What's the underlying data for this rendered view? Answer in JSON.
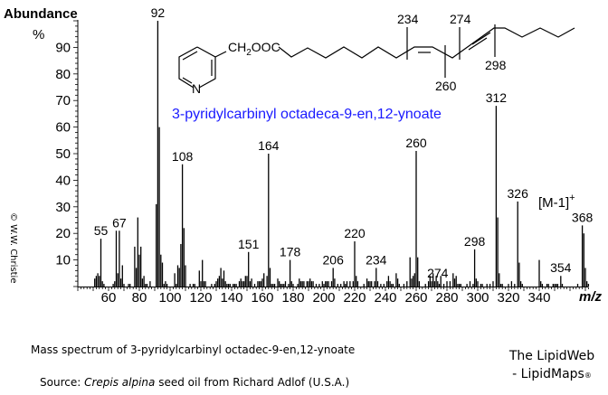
{
  "chart_data": {
    "type": "bar",
    "ylabel": "Abundance",
    "ylabel_unit": "%",
    "xlabel": "m/z",
    "xlim": [
      40,
      372
    ],
    "ylim": [
      0,
      100
    ],
    "xticks": [
      60,
      80,
      100,
      120,
      140,
      160,
      180,
      200,
      220,
      240,
      260,
      280,
      300,
      320,
      340
    ],
    "yticks": [
      10,
      20,
      30,
      40,
      50,
      60,
      70,
      80,
      90
    ],
    "peaks": [
      [
        51,
        3
      ],
      [
        52,
        4
      ],
      [
        53,
        5
      ],
      [
        54,
        4
      ],
      [
        55,
        18
      ],
      [
        56,
        2
      ],
      [
        57,
        1
      ],
      [
        63,
        1
      ],
      [
        64,
        2
      ],
      [
        65,
        21
      ],
      [
        66,
        5
      ],
      [
        67,
        21
      ],
      [
        68,
        3
      ],
      [
        69,
        8
      ],
      [
        70,
        1
      ],
      [
        73,
        1
      ],
      [
        74,
        1
      ],
      [
        77,
        15
      ],
      [
        78,
        7
      ],
      [
        79,
        26
      ],
      [
        80,
        12
      ],
      [
        81,
        15
      ],
      [
        82,
        3
      ],
      [
        83,
        4
      ],
      [
        84,
        1
      ],
      [
        85,
        1
      ],
      [
        87,
        2
      ],
      [
        91,
        31
      ],
      [
        92,
        100
      ],
      [
        93,
        60
      ],
      [
        94,
        12
      ],
      [
        95,
        9
      ],
      [
        96,
        1
      ],
      [
        97,
        2
      ],
      [
        98,
        1
      ],
      [
        103,
        5
      ],
      [
        104,
        1
      ],
      [
        105,
        8
      ],
      [
        106,
        7
      ],
      [
        107,
        16
      ],
      [
        108,
        46
      ],
      [
        109,
        22
      ],
      [
        110,
        8
      ],
      [
        113,
        1
      ],
      [
        115,
        1
      ],
      [
        116,
        1
      ],
      [
        119,
        6
      ],
      [
        120,
        2
      ],
      [
        121,
        10
      ],
      [
        122,
        2
      ],
      [
        123,
        2
      ],
      [
        127,
        1
      ],
      [
        129,
        1
      ],
      [
        130,
        2
      ],
      [
        131,
        3
      ],
      [
        132,
        4
      ],
      [
        133,
        7
      ],
      [
        134,
        3
      ],
      [
        135,
        6
      ],
      [
        136,
        2
      ],
      [
        137,
        1
      ],
      [
        138,
        1
      ],
      [
        139,
        1
      ],
      [
        141,
        1
      ],
      [
        142,
        1
      ],
      [
        143,
        1
      ],
      [
        145,
        2
      ],
      [
        146,
        3
      ],
      [
        147,
        2
      ],
      [
        148,
        2
      ],
      [
        149,
        4
      ],
      [
        150,
        4
      ],
      [
        151,
        13
      ],
      [
        152,
        2
      ],
      [
        153,
        3
      ],
      [
        155,
        1
      ],
      [
        157,
        2
      ],
      [
        158,
        2
      ],
      [
        159,
        2
      ],
      [
        160,
        3
      ],
      [
        161,
        5
      ],
      [
        163,
        4
      ],
      [
        164,
        50
      ],
      [
        165,
        7
      ],
      [
        166,
        1
      ],
      [
        167,
        1
      ],
      [
        168,
        1
      ],
      [
        170,
        3
      ],
      [
        171,
        2
      ],
      [
        172,
        1
      ],
      [
        173,
        1
      ],
      [
        174,
        1
      ],
      [
        175,
        2
      ],
      [
        177,
        1
      ],
      [
        178,
        10
      ],
      [
        179,
        2
      ],
      [
        180,
        1
      ],
      [
        183,
        1
      ],
      [
        184,
        3
      ],
      [
        185,
        2
      ],
      [
        186,
        2
      ],
      [
        187,
        2
      ],
      [
        189,
        2
      ],
      [
        190,
        2
      ],
      [
        191,
        3
      ],
      [
        192,
        2
      ],
      [
        193,
        2
      ],
      [
        195,
        1
      ],
      [
        197,
        1
      ],
      [
        199,
        2
      ],
      [
        200,
        1
      ],
      [
        201,
        2
      ],
      [
        202,
        2
      ],
      [
        203,
        2
      ],
      [
        205,
        2
      ],
      [
        206,
        7
      ],
      [
        207,
        3
      ],
      [
        209,
        1
      ],
      [
        211,
        1
      ],
      [
        213,
        2
      ],
      [
        214,
        1
      ],
      [
        215,
        2
      ],
      [
        217,
        2
      ],
      [
        219,
        2
      ],
      [
        220,
        17
      ],
      [
        221,
        4
      ],
      [
        222,
        2
      ],
      [
        226,
        1
      ],
      [
        228,
        3
      ],
      [
        229,
        2
      ],
      [
        230,
        2
      ],
      [
        231,
        2
      ],
      [
        233,
        2
      ],
      [
        234,
        7
      ],
      [
        235,
        2
      ],
      [
        237,
        1
      ],
      [
        239,
        1
      ],
      [
        241,
        2
      ],
      [
        242,
        4
      ],
      [
        243,
        2
      ],
      [
        244,
        1
      ],
      [
        245,
        1
      ],
      [
        247,
        5
      ],
      [
        248,
        3
      ],
      [
        249,
        1
      ],
      [
        252,
        1
      ],
      [
        254,
        2
      ],
      [
        256,
        11
      ],
      [
        257,
        3
      ],
      [
        258,
        4
      ],
      [
        259,
        5
      ],
      [
        260,
        51
      ],
      [
        261,
        11
      ],
      [
        262,
        2
      ],
      [
        266,
        1
      ],
      [
        268,
        2
      ],
      [
        269,
        4
      ],
      [
        270,
        2
      ],
      [
        271,
        5
      ],
      [
        272,
        2
      ],
      [
        273,
        4
      ],
      [
        274,
        2
      ],
      [
        275,
        1
      ],
      [
        276,
        4
      ],
      [
        278,
        1
      ],
      [
        280,
        2
      ],
      [
        282,
        2
      ],
      [
        284,
        5
      ],
      [
        285,
        3
      ],
      [
        286,
        4
      ],
      [
        287,
        1
      ],
      [
        288,
        1
      ],
      [
        289,
        1
      ],
      [
        293,
        1
      ],
      [
        295,
        2
      ],
      [
        297,
        1
      ],
      [
        298,
        14
      ],
      [
        299,
        3
      ],
      [
        300,
        2
      ],
      [
        302,
        1
      ],
      [
        303,
        1
      ],
      [
        306,
        1
      ],
      [
        308,
        1
      ],
      [
        310,
        2
      ],
      [
        312,
        68
      ],
      [
        313,
        26
      ],
      [
        314,
        5
      ],
      [
        315,
        1
      ],
      [
        316,
        1
      ],
      [
        320,
        1
      ],
      [
        322,
        2
      ],
      [
        324,
        1
      ],
      [
        326,
        32
      ],
      [
        327,
        9
      ],
      [
        328,
        2
      ],
      [
        329,
        1
      ],
      [
        340,
        10
      ],
      [
        341,
        2
      ],
      [
        342,
        1
      ],
      [
        345,
        1
      ],
      [
        346,
        1
      ],
      [
        349,
        1
      ],
      [
        350,
        1
      ],
      [
        351,
        1
      ],
      [
        352,
        1
      ],
      [
        354,
        4
      ],
      [
        355,
        1
      ],
      [
        365,
        1
      ],
      [
        368,
        23
      ],
      [
        369,
        20
      ],
      [
        370,
        7
      ],
      [
        371,
        2
      ],
      [
        372,
        1
      ]
    ],
    "peak_labels": [
      {
        "mz": 55,
        "text": "55"
      },
      {
        "mz": 67,
        "text": "67"
      },
      {
        "mz": 92,
        "text": "92"
      },
      {
        "mz": 108,
        "text": "108"
      },
      {
        "mz": 151,
        "text": "151"
      },
      {
        "mz": 164,
        "text": "164"
      },
      {
        "mz": 178,
        "text": "178"
      },
      {
        "mz": 206,
        "text": "206"
      },
      {
        "mz": 220,
        "text": "220"
      },
      {
        "mz": 234,
        "text": "234"
      },
      {
        "mz": 260,
        "text": "260"
      },
      {
        "mz": 274,
        "text": "274"
      },
      {
        "mz": 298,
        "text": "298"
      },
      {
        "mz": 312,
        "text": "312"
      },
      {
        "mz": 326,
        "text": "326"
      },
      {
        "mz": 354,
        "text": "354"
      },
      {
        "mz": 368,
        "text": "368"
      }
    ],
    "molecular_ion_label": "[M-1]",
    "molecular_ion_charge": "+",
    "grid": false
  },
  "structure": {
    "name": "3-pyridylcarbinyl octadeca-9-en,12-ynoate",
    "name_color": "#1a1aff",
    "ring_atom": "N",
    "ester_group_pre": "CH",
    "ester_group_sub": "2",
    "ester_group_post": "OOC",
    "fragment_labels": [
      "234",
      "260",
      "274",
      "298"
    ]
  },
  "copyright": "© W.W. Christie",
  "caption": {
    "title": "Mass spectrum of 3-pyridylcarbinyl octadec-9-en,12-ynoate",
    "source_prefix": "Source: ",
    "source_species": "Crepis alpina",
    "source_suffix": " seed oil from Richard Adlof (U.S.A.)"
  },
  "brand": {
    "line1": "The LipidWeb",
    "line2": "- LipidMaps",
    "mark": "®"
  }
}
